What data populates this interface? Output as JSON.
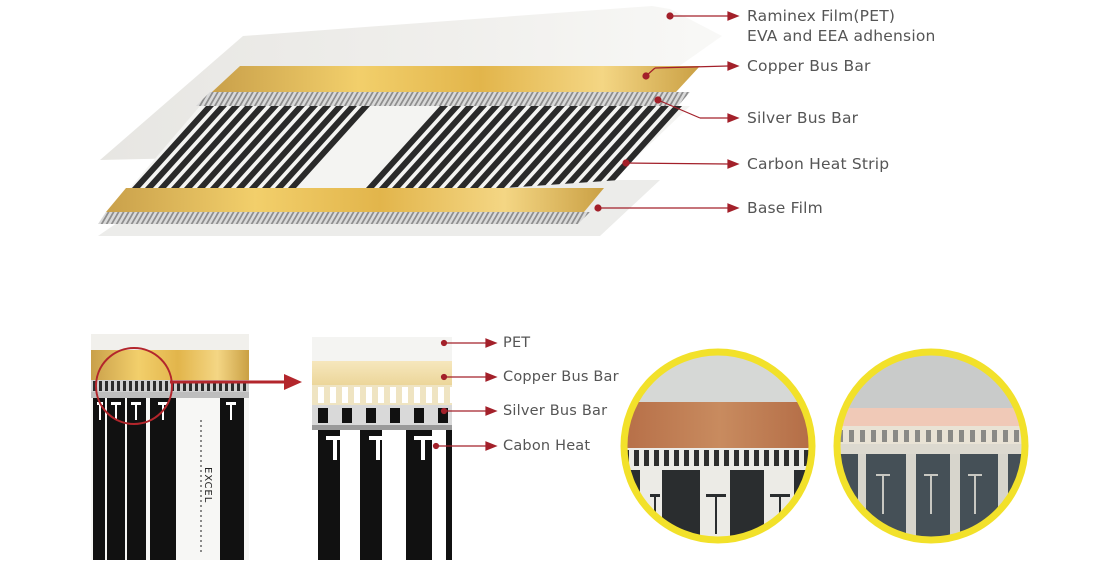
{
  "exploded_view": {
    "labels": [
      {
        "line1": "Raminex Film(PET)",
        "line2": "EVA and EEA adhension"
      },
      {
        "line1": "Copper Bus Bar"
      },
      {
        "line1": "Silver Bus Bar"
      },
      {
        "line1": "Carbon Heat Strip"
      },
      {
        "line1": "Base Film"
      }
    ]
  },
  "detail_view": {
    "strip_text": "EXCEL",
    "labels": [
      "PET",
      "Copper Bus Bar",
      "Silver Bus Bar",
      "Cabon Heat"
    ]
  },
  "colors": {
    "pointer": "#a3202a",
    "highlight_ring": "#b3262c",
    "copper": "#e2b54b",
    "photo_ring": "#f2e12a"
  }
}
